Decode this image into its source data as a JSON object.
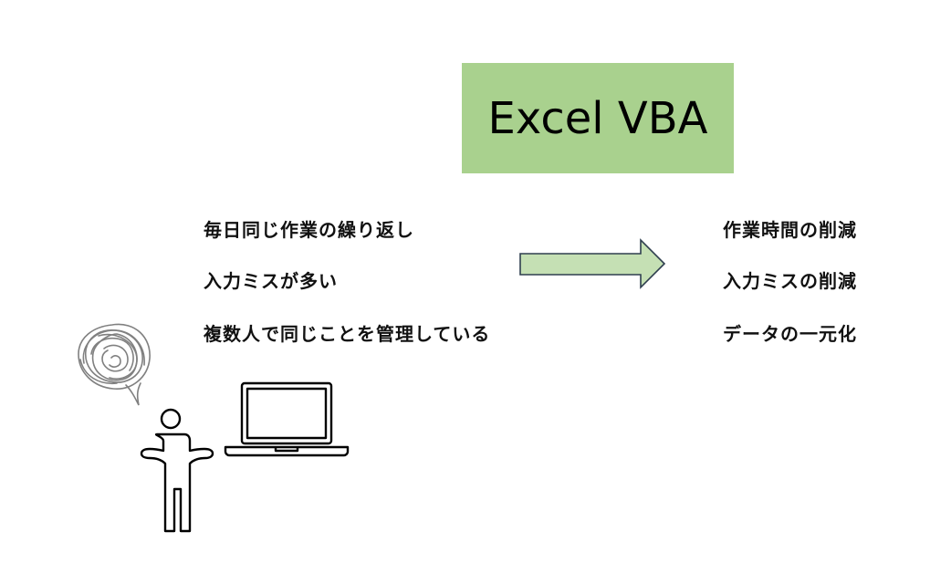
{
  "title": "Excel VBA",
  "colors": {
    "title_box": "#a9d18e",
    "arrow_fill": "#c5e0b4",
    "arrow_stroke": "#2f3f4f",
    "line_art": "#000000",
    "scribble": "#808080"
  },
  "problems": [
    "毎日同じ作業の繰り返し",
    "入力ミスが多い",
    "複数人で同じことを管理している"
  ],
  "solutions": [
    "作業時間の削減",
    "入力ミスの削減",
    "データの一元化"
  ],
  "icons": {
    "person": "person-shrug-icon",
    "laptop": "laptop-icon",
    "thought": "confused-thought-bubble-icon",
    "arrow": "right-arrow-icon"
  }
}
